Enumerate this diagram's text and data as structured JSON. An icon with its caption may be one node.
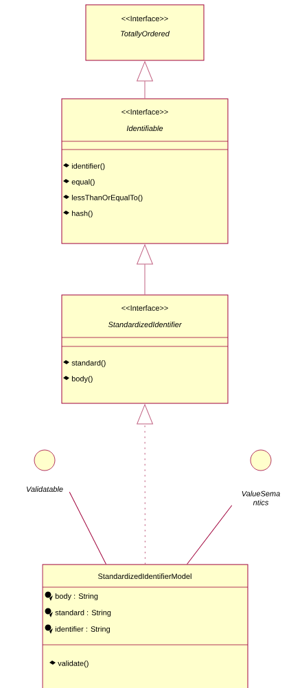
{
  "diagram": {
    "nodes": [
      {
        "text": [
          "<<Interface>>",
          "TotallyOrdered"
        ]
      },
      {
        "text": [
          "<<Interface>>",
          "Identifiable",
          "identifier()",
          "equal()",
          "lessThanOrEqualTo()",
          "hash()"
        ]
      },
      {
        "text": [
          "<<Interface>>",
          "StandardizedIdentifier",
          "standard()",
          "body()"
        ]
      },
      {
        "text": [
          "Validatable"
        ]
      },
      {
        "text": [
          "ValueSema ntics"
        ]
      },
      {
        "text": [
          "StandardizedIdentifierModel",
          "body : String",
          "standard : String",
          "identifier : String",
          "validate()"
        ]
      }
    ],
    "edges": [
      {
        "from": 1,
        "to": 0,
        "arrow": "to"
      },
      {
        "from": 2,
        "to": 1,
        "arrow": "to"
      },
      {
        "from": 5,
        "to": 2,
        "arrow": "to",
        "style": "dashed"
      },
      {
        "from": 5,
        "to": 3,
        "arrow": "none",
        "color": "#a0003a"
      },
      {
        "from": 5,
        "to": 4,
        "arrow": "none",
        "color": "#a0003a"
      }
    ]
  }
}
